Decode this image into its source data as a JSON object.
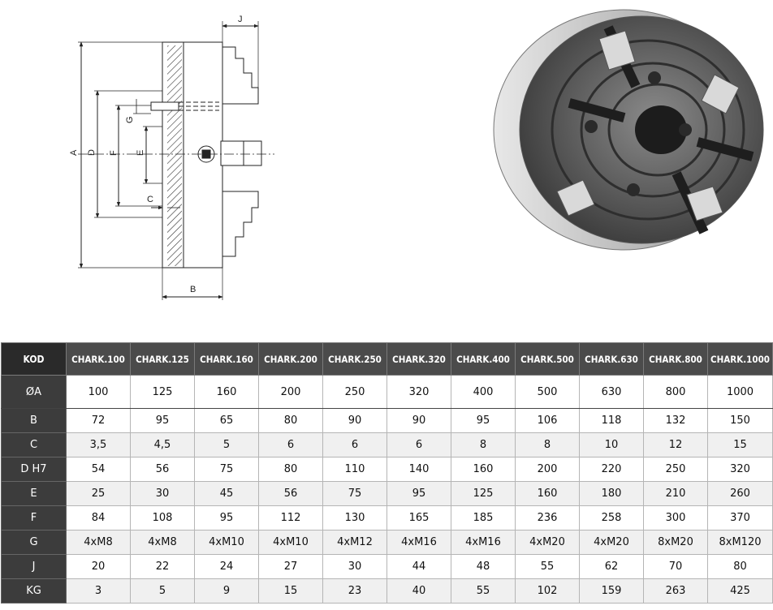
{
  "drawing": {
    "labels": {
      "A": "A",
      "B": "B",
      "C": "C",
      "D": "D",
      "E": "E",
      "F": "F",
      "G": "G",
      "J": "J"
    }
  },
  "table": {
    "header_label": "KOD",
    "columns": [
      "CHARK.100",
      "CHARK.125",
      "CHARK.160",
      "CHARK.200",
      "CHARK.250",
      "CHARK.320",
      "CHARK.400",
      "CHARK.500",
      "CHARK.630",
      "CHARK.800",
      "CHARK.1000"
    ],
    "rows": [
      {
        "label": "ØA",
        "values": [
          "100",
          "125",
          "160",
          "200",
          "250",
          "320",
          "400",
          "500",
          "630",
          "800",
          "1000"
        ]
      },
      {
        "label": "B",
        "values": [
          "72",
          "95",
          "65",
          "80",
          "90",
          "90",
          "95",
          "106",
          "118",
          "132",
          "150"
        ]
      },
      {
        "label": "C",
        "values": [
          "3,5",
          "4,5",
          "5",
          "6",
          "6",
          "6",
          "8",
          "8",
          "10",
          "12",
          "15"
        ]
      },
      {
        "label": "D H7",
        "values": [
          "54",
          "56",
          "75",
          "80",
          "110",
          "140",
          "160",
          "200",
          "220",
          "250",
          "320"
        ]
      },
      {
        "label": "E",
        "values": [
          "25",
          "30",
          "45",
          "56",
          "75",
          "95",
          "125",
          "160",
          "180",
          "210",
          "260"
        ]
      },
      {
        "label": "F",
        "values": [
          "84",
          "108",
          "95",
          "112",
          "130",
          "165",
          "185",
          "236",
          "258",
          "300",
          "370"
        ]
      },
      {
        "label": "G",
        "values": [
          "4xM8",
          "4xM8",
          "4xM10",
          "4xM10",
          "4xM12",
          "4xM16",
          "4xM16",
          "4xM20",
          "4xM20",
          "8xM20",
          "8xM120"
        ]
      },
      {
        "label": "J",
        "values": [
          "20",
          "22",
          "24",
          "27",
          "30",
          "44",
          "48",
          "55",
          "62",
          "70",
          "80"
        ]
      },
      {
        "label": "KG",
        "values": [
          "3",
          "5",
          "9",
          "15",
          "23",
          "40",
          "55",
          "102",
          "159",
          "263",
          "425"
        ]
      }
    ]
  }
}
